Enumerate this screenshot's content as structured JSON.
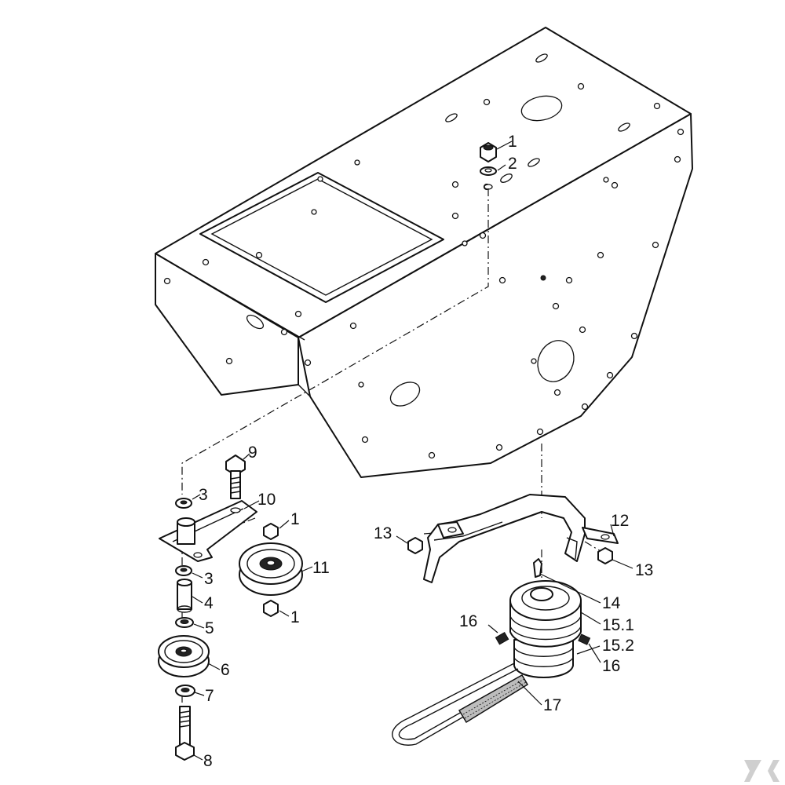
{
  "diagram": {
    "callouts": [
      {
        "id": "c1a",
        "text": "1"
      },
      {
        "id": "c2",
        "text": "2"
      },
      {
        "id": "c9",
        "text": "9"
      },
      {
        "id": "c3a",
        "text": "3"
      },
      {
        "id": "c10",
        "text": "10"
      },
      {
        "id": "c1b",
        "text": "1"
      },
      {
        "id": "c11",
        "text": "11"
      },
      {
        "id": "c3b",
        "text": "3"
      },
      {
        "id": "c4",
        "text": "4"
      },
      {
        "id": "c1c",
        "text": "1"
      },
      {
        "id": "c5",
        "text": "5"
      },
      {
        "id": "c6",
        "text": "6"
      },
      {
        "id": "c7",
        "text": "7"
      },
      {
        "id": "c8",
        "text": "8"
      },
      {
        "id": "c13a",
        "text": "13"
      },
      {
        "id": "c12",
        "text": "12"
      },
      {
        "id": "c13b",
        "text": "13"
      },
      {
        "id": "c14",
        "text": "14"
      },
      {
        "id": "c16a",
        "text": "16"
      },
      {
        "id": "c151",
        "text": "15.1"
      },
      {
        "id": "c152",
        "text": "15.2"
      },
      {
        "id": "c16b",
        "text": "16"
      },
      {
        "id": "c17",
        "text": "17"
      }
    ]
  },
  "logo": {
    "icon": "brand-logo-icon"
  }
}
